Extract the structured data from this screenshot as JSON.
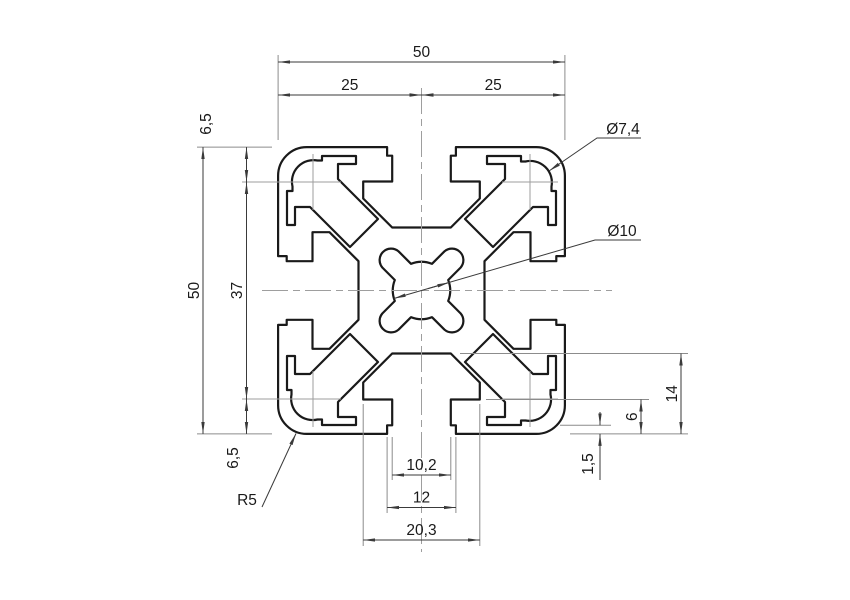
{
  "drawing": {
    "dimensions": {
      "overall_width": "50",
      "half_width_left": "25",
      "half_width_right": "25",
      "overall_height": "50",
      "hole_pitch": "37",
      "corner_hole_offset_top": "6,5",
      "corner_hole_offset_bottom": "6,5",
      "slot_depth": "14",
      "slot_lip_depth": "6",
      "wall_thickness": "1,5",
      "slot_opening_width": "10,2",
      "slot_step_width": "12",
      "slot_cavity_width": "20,3"
    },
    "callouts": {
      "corner_hole_diameter": "Ø7,4",
      "center_bore_diameter": "Ø10",
      "corner_radius": "R5"
    },
    "colors": {
      "outline": "#1a1a1a",
      "dimension": "#3a3a3a",
      "extension": "#8c8c8c",
      "centerline": "#9e9e9e",
      "background": "#ffffff"
    }
  }
}
